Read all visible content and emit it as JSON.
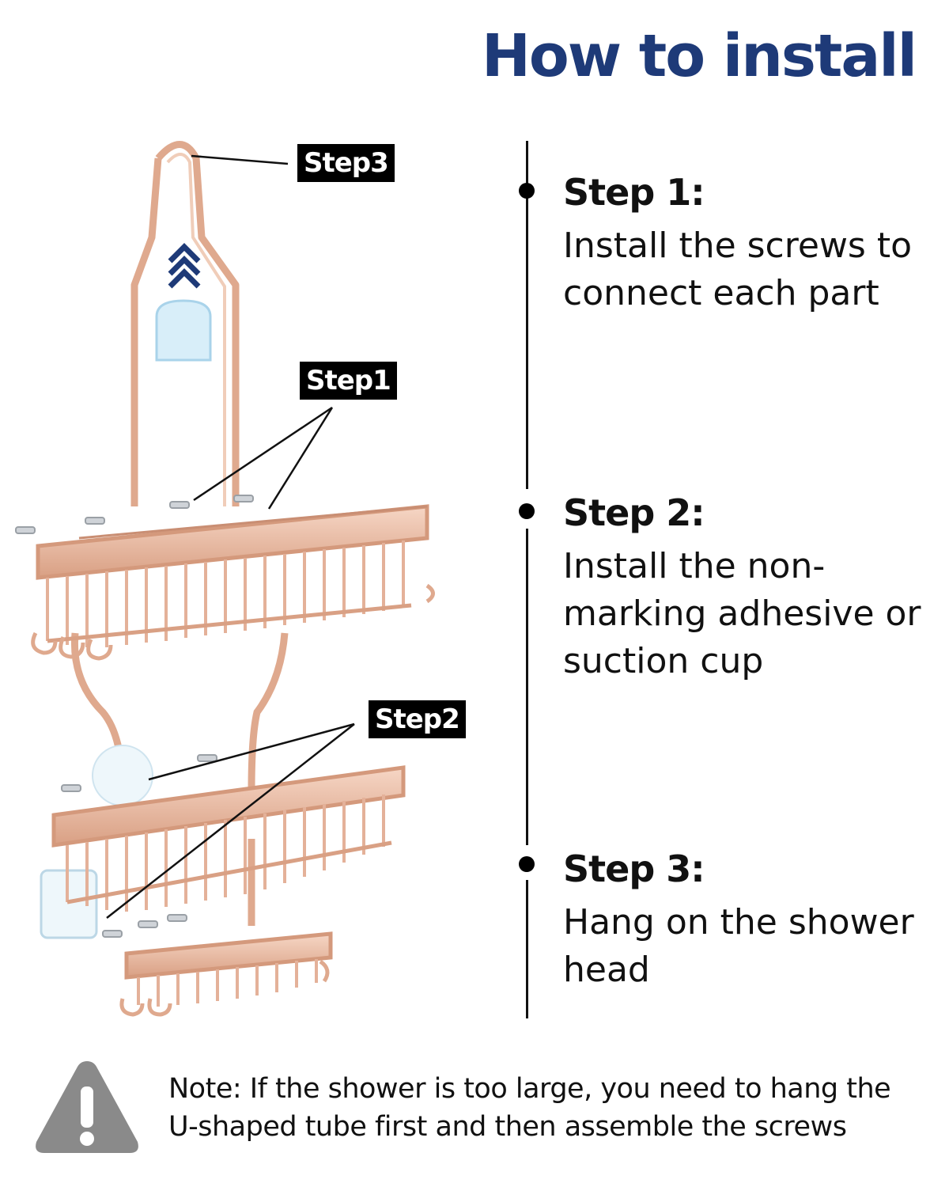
{
  "header": {
    "title": "How to install"
  },
  "labels": {
    "step3": "Step3",
    "step1": "Step1",
    "step2": "Step2"
  },
  "steps": [
    {
      "title": "Step 1:",
      "text": "Install the screws to connect each part"
    },
    {
      "title": "Step 2:",
      "text": "Install the non-marking adhesive or suction cup"
    },
    {
      "title": "Step 3:",
      "text": "Hang on the shower head"
    }
  ],
  "note": {
    "text": "Note: If the shower is too large, you need to hang the U-shaped tube first and then assemble the screws",
    "icon": "warning-icon"
  },
  "colors": {
    "title": "#1e3a78",
    "metal": "#e8b9a2",
    "metal_dark": "#c98e73"
  }
}
